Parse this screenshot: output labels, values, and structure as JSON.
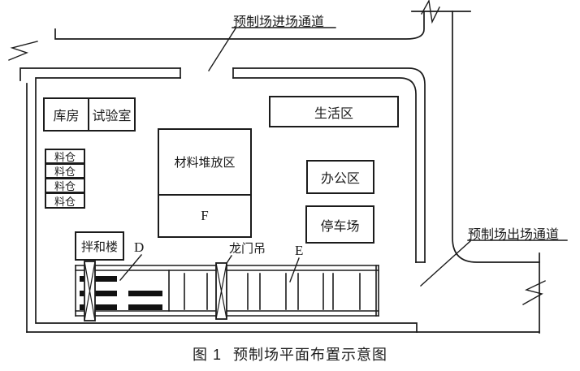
{
  "figure": {
    "caption_prefix": "图 1",
    "caption_title": "预制场平面布置示意图"
  },
  "roads": {
    "entrance_label": "预制场进场通道",
    "exit_label": "预制场出场通道"
  },
  "buildings": {
    "warehouse": "库房",
    "lab": "试验室",
    "silos": [
      "料仓",
      "料仓",
      "料仓",
      "料仓"
    ],
    "material_yard": "材料堆放区",
    "material_yard_letter": "F",
    "living": "生活区",
    "office": "办公区",
    "parking": "停车场",
    "mixing": "拌和楼"
  },
  "markers": {
    "beam_storage": "D",
    "casting_beds": "E",
    "gantry_crane": "龙门吊"
  },
  "colors": {
    "line": "#1b1b1b",
    "background": "#ffffff"
  }
}
